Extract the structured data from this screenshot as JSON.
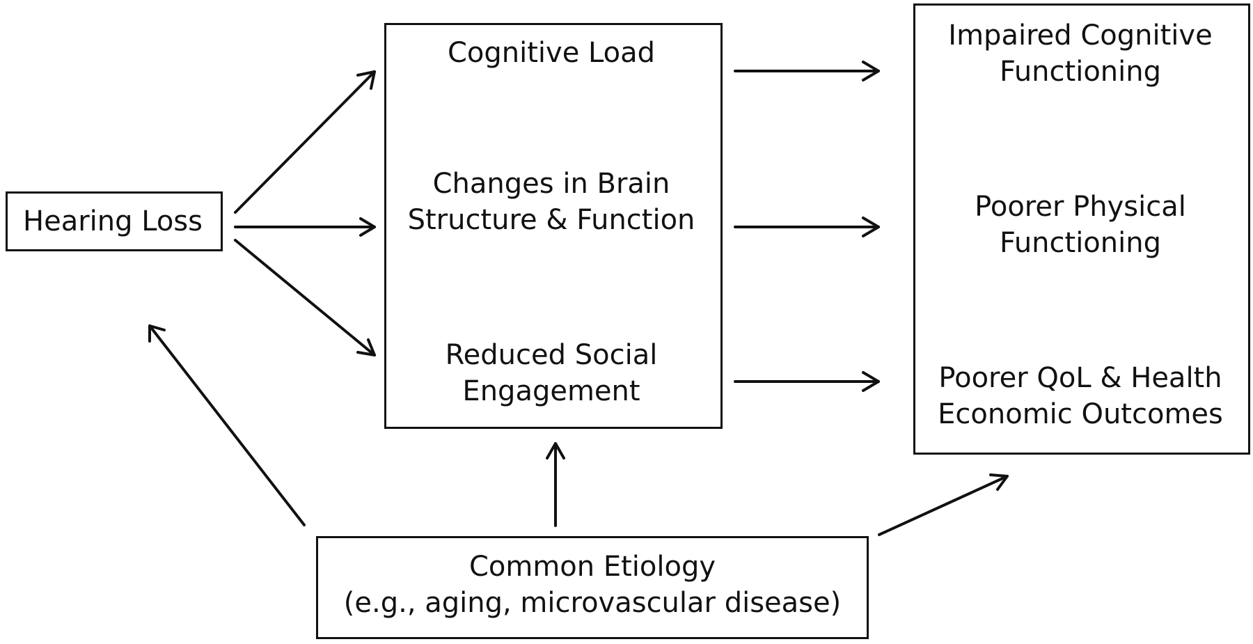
{
  "nodes": {
    "hearing_loss": {
      "text": "Hearing Loss"
    },
    "mechanisms": {
      "cognitive_load": "Cognitive Load",
      "brain_changes": [
        "Changes in Brain",
        "Structure & Function"
      ],
      "social": [
        "Reduced Social",
        "Engagement"
      ]
    },
    "outcomes": {
      "cognitive": [
        "Impaired Cognitive",
        "Functioning"
      ],
      "physical": [
        "Poorer Physical",
        "Functioning"
      ],
      "qol": [
        "Poorer QoL & Health",
        "Economic Outcomes"
      ]
    },
    "etiology": [
      "Common Etiology",
      "(e.g., aging, microvascular disease)"
    ]
  }
}
